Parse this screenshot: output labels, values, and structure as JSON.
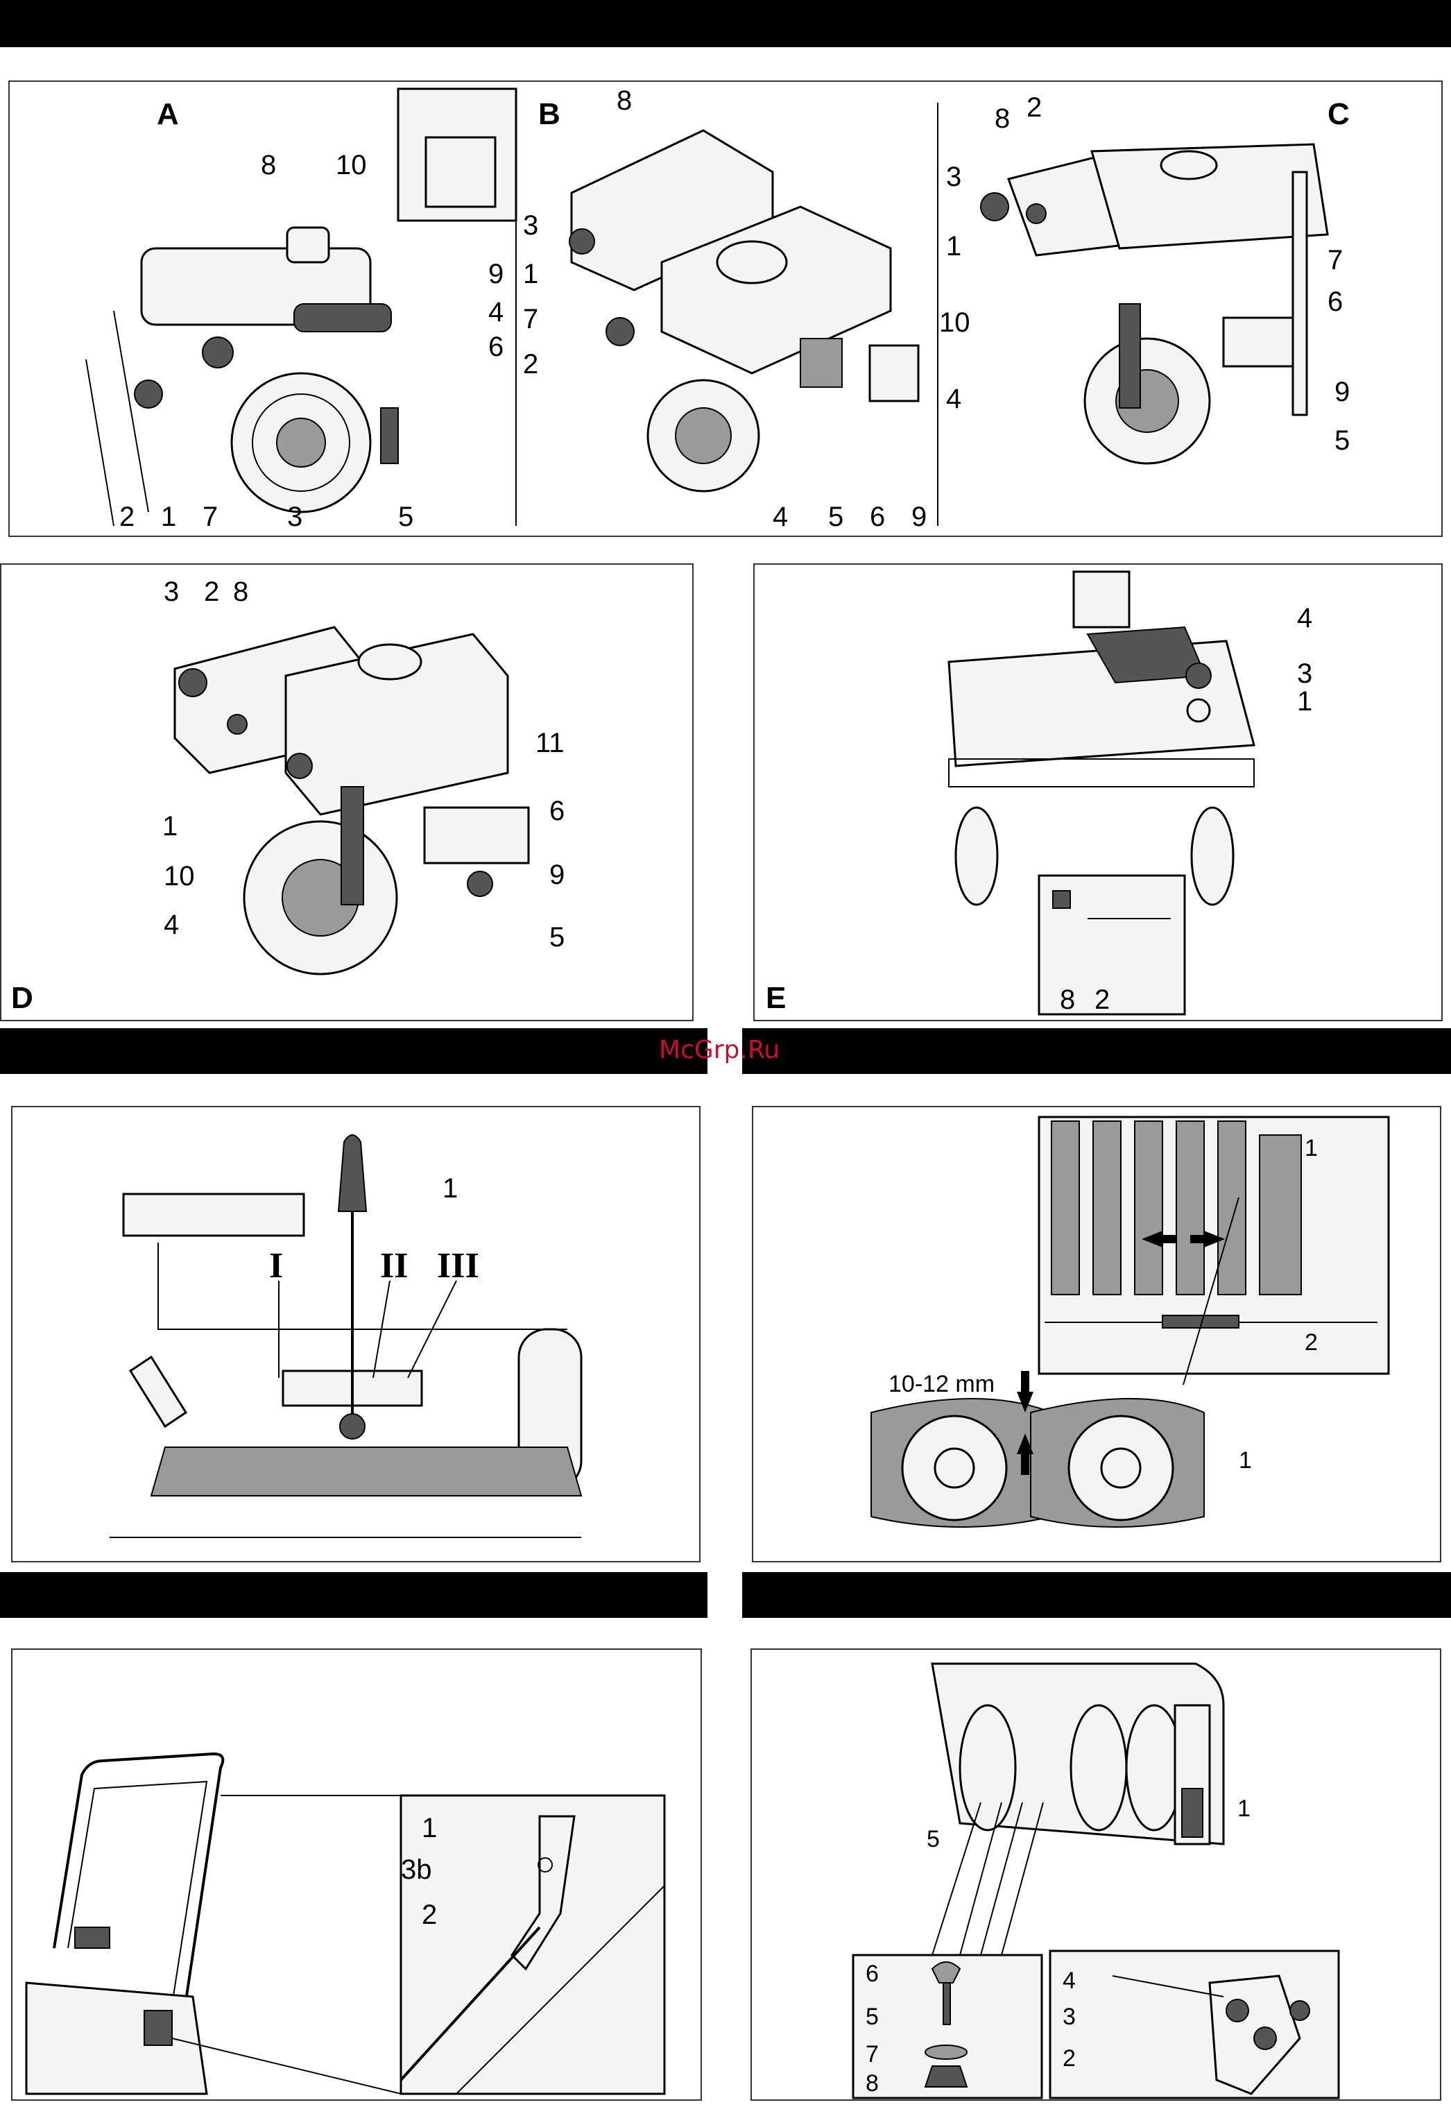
{
  "watermark": "McGrp.Ru",
  "panels": {
    "A": {
      "letter": "A",
      "callouts": [
        "8",
        "10",
        "9",
        "4",
        "6",
        "2",
        "1",
        "7",
        "3",
        "5"
      ]
    },
    "B": {
      "letter": "B",
      "callouts": [
        "8",
        "3",
        "1",
        "7",
        "2",
        "4",
        "5",
        "6",
        "9"
      ]
    },
    "C": {
      "letter": "C",
      "callouts": [
        "8",
        "2",
        "3",
        "1",
        "7",
        "6",
        "10",
        "4",
        "9",
        "5"
      ]
    },
    "D": {
      "letter": "D",
      "callouts": [
        "3",
        "2",
        "8",
        "11",
        "6",
        "1",
        "10",
        "9",
        "4",
        "5"
      ]
    },
    "E": {
      "letter": "E",
      "callouts": [
        "4",
        "3",
        "1",
        "8",
        "2"
      ]
    },
    "gear": {
      "callouts": [
        "1"
      ],
      "positions": [
        "I",
        "II",
        "III"
      ]
    },
    "track": {
      "callouts": [
        "1",
        "2",
        "1"
      ],
      "measurement": "10-12 mm"
    },
    "handle": {
      "callouts": [
        "1",
        "3b",
        "2"
      ]
    },
    "skid": {
      "callouts": [
        "5",
        "1",
        "6",
        "5",
        "7",
        "8",
        "4",
        "3",
        "2"
      ]
    }
  }
}
